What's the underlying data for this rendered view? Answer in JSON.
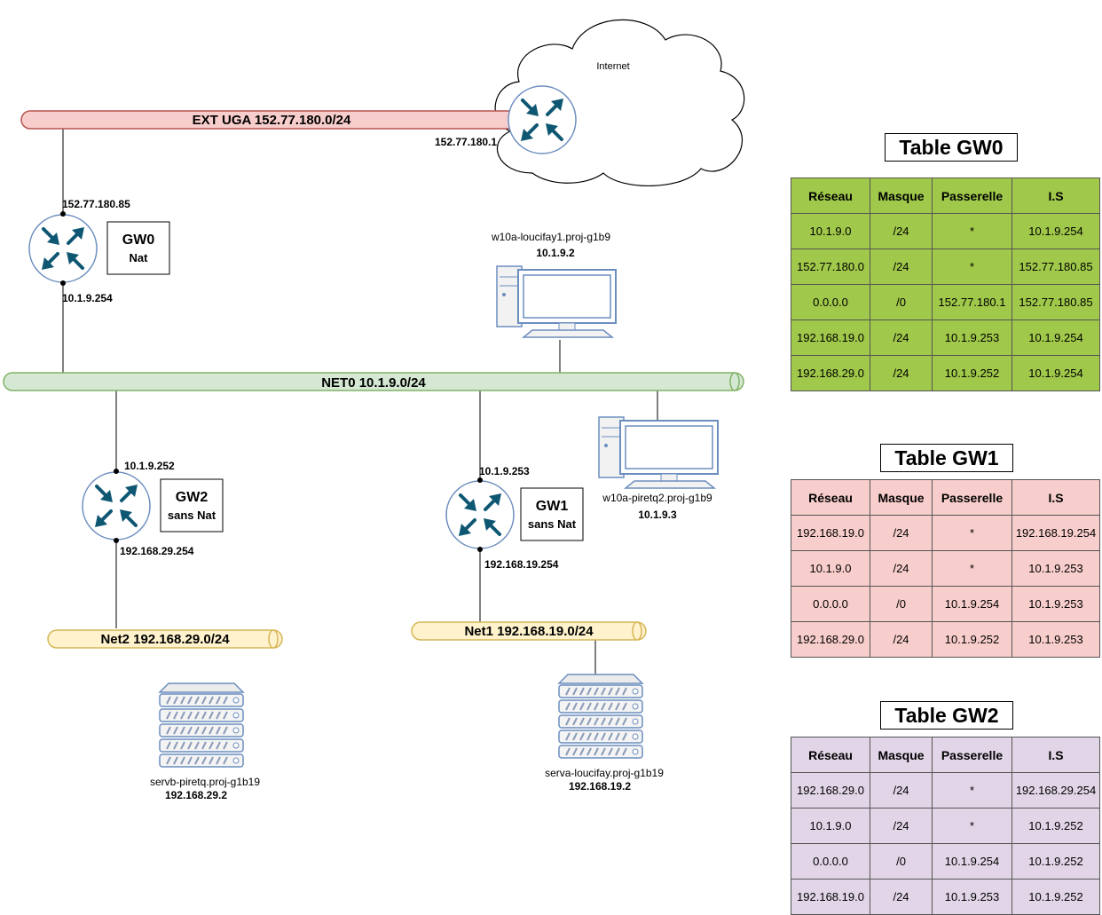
{
  "cloud": {
    "label": "Internet"
  },
  "links": {
    "ext": "EXT UGA 152.77.180.0/24",
    "net0": "NET0 10.1.9.0/24",
    "net1": "Net1 192.168.19.0/24",
    "net2": "Net2 192.168.29.0/24"
  },
  "routers": {
    "inet": {
      "ip": "152.77.180.1"
    },
    "gw0": {
      "name": "GW0",
      "mode": "Nat",
      "ip_ext": "152.77.180.85",
      "ip_int": "10.1.9.254"
    },
    "gw1": {
      "name": "GW1",
      "mode": "sans Nat",
      "ip_up": "10.1.9.253",
      "ip_down": "192.168.19.254"
    },
    "gw2": {
      "name": "GW2",
      "mode": "sans Nat",
      "ip_up": "10.1.9.252",
      "ip_down": "192.168.29.254"
    }
  },
  "hosts": {
    "pc1": {
      "name": "w10a-loucifay1.proj-g1b9",
      "ip": "10.1.9.2"
    },
    "pc2": {
      "name": "w10a-piretq2.proj-g1b9",
      "ip": "10.1.9.3"
    },
    "srva": {
      "name": "serva-loucifay.proj-g1b19",
      "ip": "192.168.19.2"
    },
    "srvb": {
      "name": "servb-piretq.proj-g1b19",
      "ip": "192.168.29.2"
    }
  },
  "tables": [
    {
      "title": "Table GW0",
      "color": "#a0c84a",
      "headers": [
        "Réseau",
        "Masque",
        "Passerelle",
        "I.S"
      ],
      "rows": [
        [
          "10.1.9.0",
          "/24",
          "*",
          "10.1.9.254"
        ],
        [
          "152.77.180.0",
          "/24",
          "*",
          "152.77.180.85"
        ],
        [
          "0.0.0.0",
          "/0",
          "152.77.180.1",
          "152.77.180.85"
        ],
        [
          "192.168.19.0",
          "/24",
          "10.1.9.253",
          "10.1.9.254"
        ],
        [
          "192.168.29.0",
          "/24",
          "10.1.9.252",
          "10.1.9.254"
        ]
      ]
    },
    {
      "title": "Table GW1",
      "color": "#f8cecc",
      "headers": [
        "Réseau",
        "Masque",
        "Passerelle",
        "I.S"
      ],
      "rows": [
        [
          "192.168.19.0",
          "/24",
          "*",
          "192.168.19.254"
        ],
        [
          "10.1.9.0",
          "/24",
          "*",
          "10.1.9.253"
        ],
        [
          "0.0.0.0",
          "/0",
          "10.1.9.254",
          "10.1.9.253"
        ],
        [
          "192.168.29.0",
          "/24",
          "10.1.9.252",
          "10.1.9.253"
        ]
      ]
    },
    {
      "title": "Table GW2",
      "color": "#e1d5e7",
      "headers": [
        "Réseau",
        "Masque",
        "Passerelle",
        "I.S"
      ],
      "rows": [
        [
          "192.168.29.0",
          "/24",
          "*",
          "192.168.29.254"
        ],
        [
          "10.1.9.0",
          "/24",
          "*",
          "10.1.9.252"
        ],
        [
          "0.0.0.0",
          "/0",
          "10.1.9.254",
          "10.1.9.252"
        ],
        [
          "192.168.19.0",
          "/24",
          "10.1.9.253",
          "10.1.9.252"
        ]
      ]
    }
  ],
  "colors": {
    "ext_link": "#f8cecc",
    "ext_stroke": "#b85450",
    "net0_link": "#d5e8d4",
    "net0_stroke": "#82b366",
    "net_small_link": "#fff2cc",
    "net_small_stroke": "#d6b656",
    "router_fill": "#0e5773",
    "device_stroke": "#6c8ebf"
  }
}
